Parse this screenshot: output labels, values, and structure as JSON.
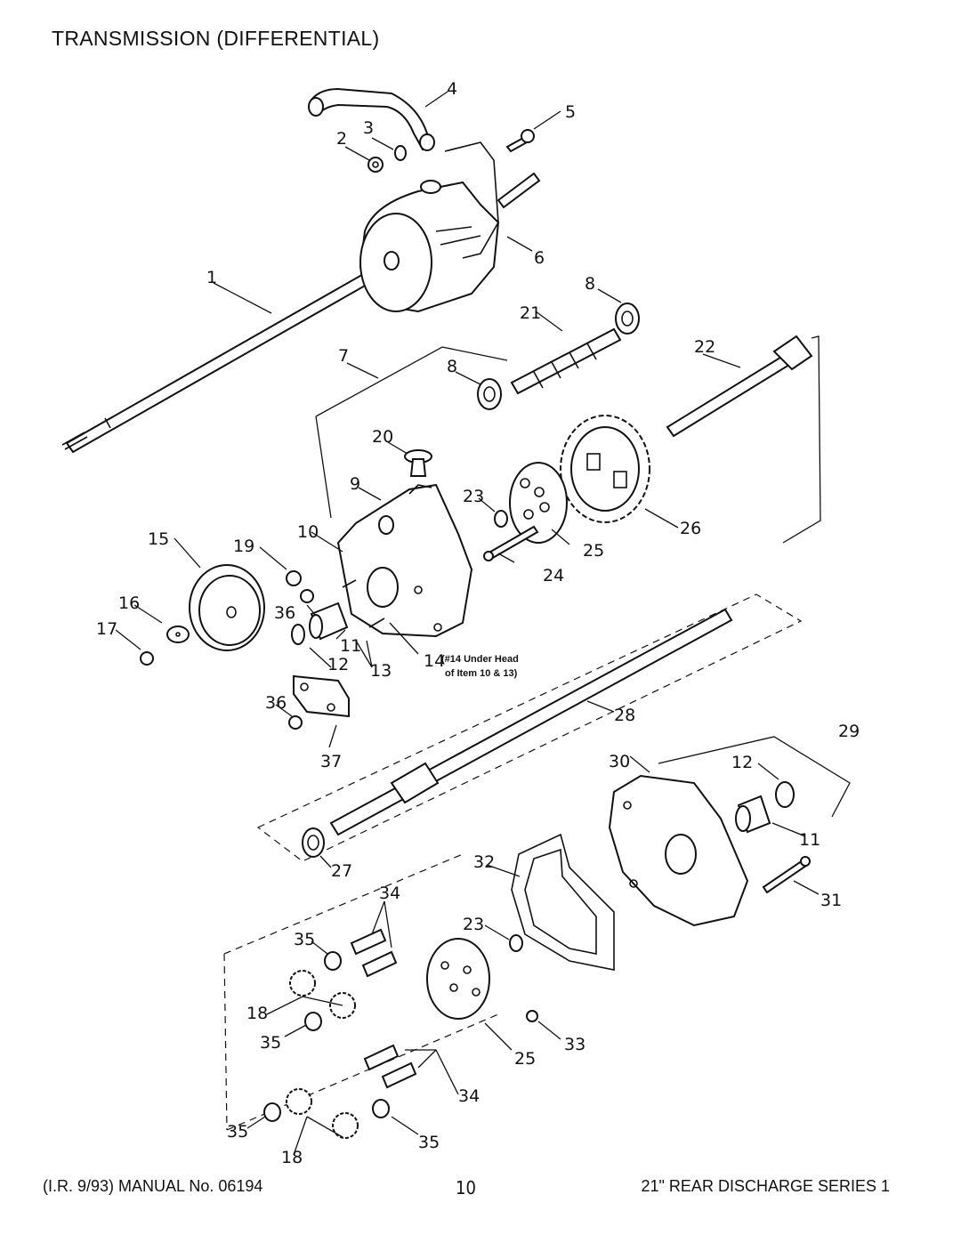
{
  "title": "TRANSMISSION (DIFFERENTIAL)",
  "footer": {
    "left": "(I.R. 9/93) MANUAL No. 06194",
    "page": "10",
    "right": "21\" REAR DISCHARGE SERIES 1"
  },
  "callouts": {
    "c1": "1",
    "c2": "2",
    "c3": "3",
    "c4": "4",
    "c5": "5",
    "c6": "6",
    "c7": "7",
    "c8a": "8",
    "c8b": "8",
    "c9": "9",
    "c10": "10",
    "c11a": "11",
    "c11b": "11",
    "c12a": "12",
    "c12b": "12",
    "c13": "13",
    "c14": "14",
    "c15": "15",
    "c16": "16",
    "c17": "17",
    "c18a": "18",
    "c18b": "18",
    "c19": "19",
    "c20": "20",
    "c21": "21",
    "c22": "22",
    "c23a": "23",
    "c23b": "23",
    "c24": "24",
    "c25a": "25",
    "c25b": "25",
    "c26": "26",
    "c27": "27",
    "c28": "28",
    "c29": "29",
    "c30": "30",
    "c31": "31",
    "c32": "32",
    "c33": "33",
    "c34a": "34",
    "c34b": "34",
    "c35a": "35",
    "c35b": "35",
    "c35c": "35",
    "c35d": "35",
    "c36a": "36",
    "c36b": "36",
    "c37": "37"
  },
  "note14": {
    "line1": "(#14 Under Head",
    "line2": "of Item 10 & 13)"
  }
}
